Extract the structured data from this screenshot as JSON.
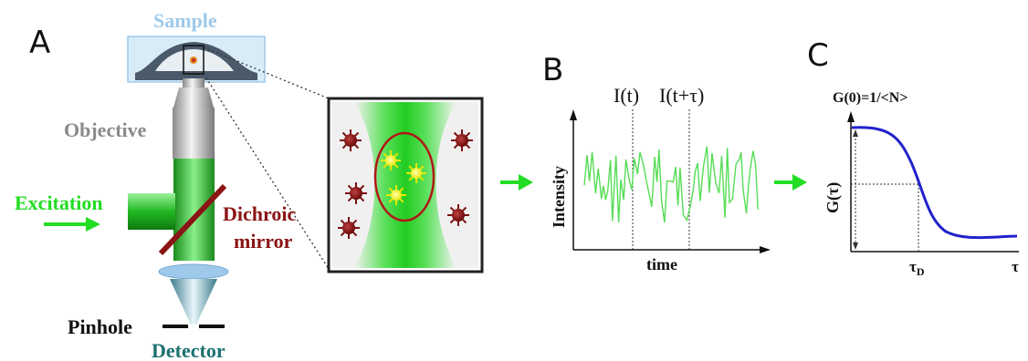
{
  "panels": {
    "a": {
      "letter": "A",
      "sample_label": "Sample",
      "objective_label": "Objective",
      "excitation_label": "Excitation",
      "dichroic_line1": "Dichroic",
      "dichroic_line2": "mirror",
      "pinhole_label": "Pinhole",
      "detector_label": "Detector"
    },
    "b": {
      "letter": "B",
      "t_label": "I(t)",
      "t_tau_label": "I(t+τ)",
      "y_label": "Intensity",
      "x_label": "time"
    },
    "c": {
      "letter": "C",
      "top_label": "G(0)=1/<N>",
      "y_label": "G(τ)",
      "taud_label": "τ",
      "taud_sub": "D",
      "x_end_label": "τ"
    }
  },
  "colors": {
    "green": "#22dd22",
    "dark_red": "#8b1414",
    "sample_blue": "#9ec9ea",
    "gray_text": "#888888",
    "detector_teal": "#1a7070",
    "curve_blue": "#2222cc",
    "yellow": "#f5f51a"
  },
  "icons": [
    "arrow-right-icon",
    "fluorophore-icon",
    "lens-icon"
  ]
}
